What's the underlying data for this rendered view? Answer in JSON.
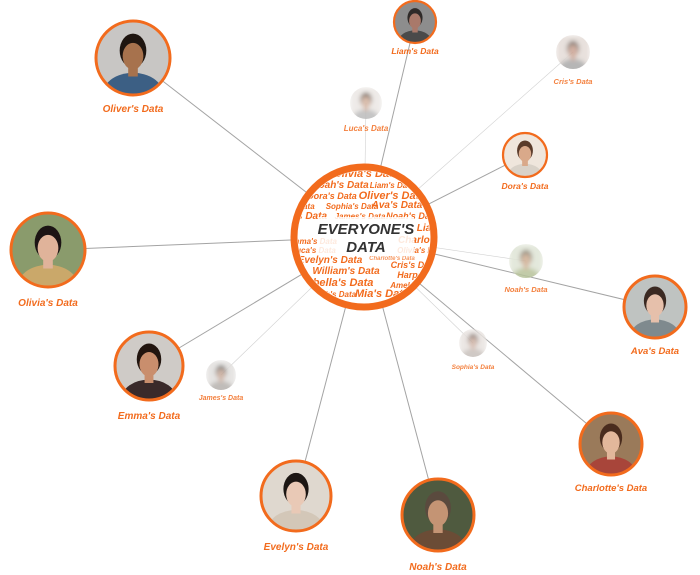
{
  "colors": {
    "accent": "#f26b1d",
    "line": "#9a9a9a",
    "dark": "#333333"
  },
  "center": {
    "line1": "EVERYONE'S",
    "line2": "DATA"
  },
  "cloud_words": [
    "Olivia's Data",
    "Noah's Data",
    "Liam's Data",
    "Dora's Data",
    "Oliver's Data",
    "Data",
    "Sophia's Data",
    "Ava's Data",
    "s Data",
    "James's Data",
    "Noah's Data",
    "Lia",
    "Emma's Data",
    "Charlotte",
    "uca's Data",
    "Olivia's Data",
    "Evelyn's Data",
    "Charlotte's Data",
    "Cris's Da",
    "William's Data",
    "Harpe",
    "abella's Data",
    "Amel",
    "oah's Data",
    "Mia's Data"
  ],
  "nodes": [
    {
      "id": "liam",
      "label": "Liam's Data",
      "blurred": false,
      "skin": "#a9796a",
      "hair": "#2f2a28",
      "shirt": "#4a4a4a",
      "bg": "#8d8d8d"
    },
    {
      "id": "cris",
      "label": "Cris's Data",
      "blurred": true,
      "skin": "#caa392",
      "hair": "#7a6a62",
      "shirt": "#aaaaaa",
      "bg": "#e4dcd7"
    },
    {
      "id": "oliver",
      "label": "Oliver's Data",
      "blurred": false,
      "skin": "#a7724d",
      "hair": "#1e1510",
      "shirt": "#3c5f84",
      "bg": "#c8c6c4"
    },
    {
      "id": "luca",
      "label": "Luca's Data",
      "blurred": true,
      "skin": "#d5b4a0",
      "hair": "#6e5a4e",
      "shirt": "#bbbbbb",
      "bg": "#ebe7e4"
    },
    {
      "id": "dora",
      "label": "Dora's Data",
      "blurred": false,
      "skin": "#d9a98a",
      "hair": "#5a3b2a",
      "shirt": "#d9d2c8",
      "bg": "#efe6dc"
    },
    {
      "id": "olivia",
      "label": "Olivia's Data",
      "blurred": false,
      "skin": "#e0b39a",
      "hair": "#1c1414",
      "shirt": "#caa86a",
      "bg": "#8a9b6c"
    },
    {
      "id": "noah_small",
      "label": "Noah's Data",
      "blurred": true,
      "skin": "#cfae93",
      "hair": "#8a8070",
      "shirt": "#b7c29a",
      "bg": "#dfe4d6"
    },
    {
      "id": "ava",
      "label": "Ava's Data",
      "blurred": false,
      "skin": "#e6c0ab",
      "hair": "#3a2922",
      "shirt": "#7f8a8e",
      "bg": "#bfc3c1"
    },
    {
      "id": "sophia",
      "label": "Sophia's Data",
      "blurred": true,
      "skin": "#d0b4a6",
      "hair": "#7d6b63",
      "shirt": "#c7c0bb",
      "bg": "#e8e3e0"
    },
    {
      "id": "emma",
      "label": "Emma's Data",
      "blurred": false,
      "skin": "#c98e6d",
      "hair": "#22150f",
      "shirt": "#3a2a2a",
      "bg": "#cfcbc7"
    },
    {
      "id": "james",
      "label": "James's Data",
      "blurred": true,
      "skin": "#c8aa9a",
      "hair": "#6d6a67",
      "shirt": "#b5b1ad",
      "bg": "#e2e0de"
    },
    {
      "id": "charlotte",
      "label": "Charlotte's Data",
      "blurred": false,
      "skin": "#e2b79b",
      "hair": "#4a2c1e",
      "shirt": "#a8453a",
      "bg": "#9a7a5a"
    },
    {
      "id": "evelyn",
      "label": "Evelyn's Data",
      "blurred": false,
      "skin": "#e9c9b6",
      "hair": "#1c1613",
      "shirt": "#d3c7b8",
      "bg": "#dfd8cf"
    },
    {
      "id": "noah",
      "label": "Noah's Data",
      "blurred": false,
      "skin": "#c49474",
      "hair": "#5a4a3e",
      "shirt": "#6b4c36",
      "bg": "#4f5a3f"
    }
  ]
}
